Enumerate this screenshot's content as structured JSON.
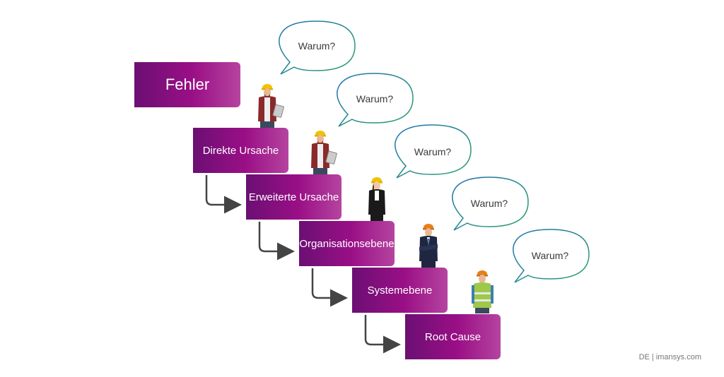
{
  "diagram": {
    "steps": [
      {
        "label": "Fehler"
      },
      {
        "label": "Direkte Ursache"
      },
      {
        "label": "Erweiterte Ursache"
      },
      {
        "label": "Organisationsebene"
      },
      {
        "label": "Systemebene"
      },
      {
        "label": "Root Cause"
      }
    ],
    "bubbles": [
      {
        "label": "Warum?"
      },
      {
        "label": "Warum?"
      },
      {
        "label": "Warum?"
      },
      {
        "label": "Warum?"
      },
      {
        "label": "Warum?"
      }
    ],
    "colors": {
      "box_dark": "#6b0f73",
      "box_mid": "#9a0f86",
      "box_light": "#b5449f",
      "arrow": "#444444",
      "bubble_stroke_a": "#1e6fb4",
      "bubble_stroke_b": "#2fa36b"
    }
  },
  "footer": {
    "credit": "DE | imansys.com"
  }
}
